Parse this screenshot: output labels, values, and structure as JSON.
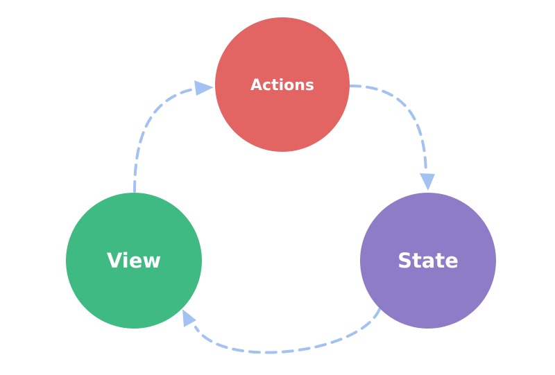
{
  "nodes": {
    "actions": {
      "label": "Actions",
      "color": "#e36563"
    },
    "state": {
      "label": "State",
      "color": "#8e7dc6"
    },
    "view": {
      "label": "View",
      "color": "#3fba82"
    }
  },
  "edges": [
    {
      "from": "View",
      "to": "Actions"
    },
    {
      "from": "Actions",
      "to": "State"
    },
    {
      "from": "State",
      "to": "View"
    }
  ],
  "edge_color": "#a3c2f1",
  "edge_style": "dashed"
}
